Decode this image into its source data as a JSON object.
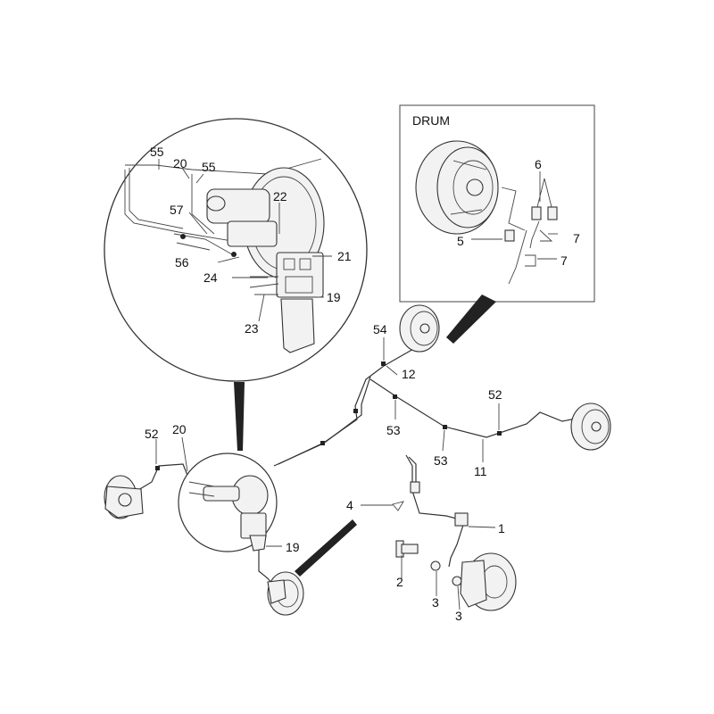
{
  "drum_box": {
    "title": "DRUM"
  },
  "labels": {
    "l55a": "55",
    "l20a": "20",
    "l55b": "55",
    "l22": "22",
    "l57": "57",
    "l21": "21",
    "l56": "56",
    "l24": "24",
    "l19a": "19",
    "l23": "23",
    "l6": "6",
    "l7a": "7",
    "l5": "5",
    "l7b": "7",
    "l54": "54",
    "l12": "12",
    "l52a": "52",
    "l53a": "53",
    "l53b": "53",
    "l11": "11",
    "l52b": "52",
    "l20b": "20",
    "l4": "4",
    "l1": "1",
    "l19b": "19",
    "l2": "2",
    "l3a": "3",
    "l3b": "3"
  },
  "colors": {
    "line": "#333333",
    "callout": "#111111",
    "background": "#ffffff"
  }
}
